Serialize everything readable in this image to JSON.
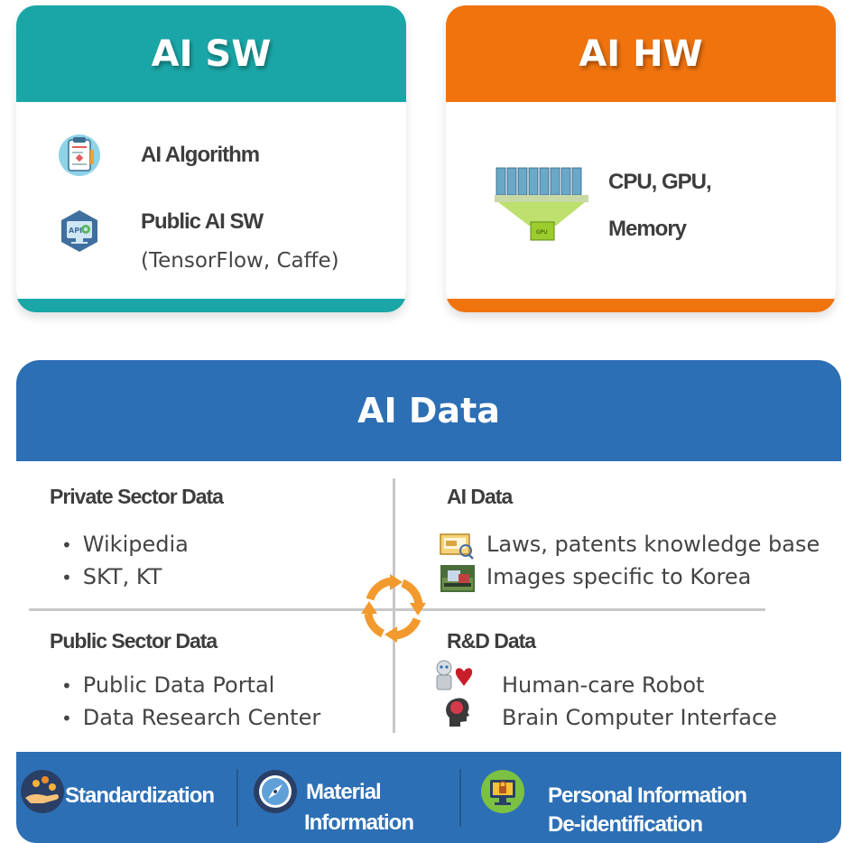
{
  "sw_card": {
    "title": "AI SW",
    "items": [
      {
        "icon": "algorithm-doc-icon",
        "label": "AI Algorithm"
      },
      {
        "icon": "api-monitor-icon",
        "label": "Public AI SW",
        "sub": "(TensorFlow, Caffe)"
      }
    ],
    "color": "#1aa6a6"
  },
  "hw_card": {
    "title": "AI HW",
    "icon": "gpu-cluster-icon",
    "label_line1": "CPU, GPU,",
    "label_line2": "Memory",
    "color": "#f0730e"
  },
  "ai_data": {
    "title": "AI Data",
    "color": "#2d6fb5",
    "quadrants": {
      "private": {
        "title": "Private Sector Data",
        "items": [
          "Wikipedia",
          "SKT, KT"
        ]
      },
      "ai": {
        "title": "AI Data",
        "items": [
          {
            "icon": "knowledge-base-icon",
            "text": "Laws, patents knowledge base"
          },
          {
            "icon": "image-photo-icon",
            "text": "Images specific to Korea"
          }
        ]
      },
      "public": {
        "title": "Public Sector Data",
        "items": [
          "Public Data Portal",
          "Data Research Center"
        ]
      },
      "rd": {
        "title": "R&D Data",
        "items": [
          {
            "icon": "robot-heart-icon",
            "text": "Human-care Robot"
          },
          {
            "icon": "brain-head-icon",
            "text": "Brain Computer Interface"
          }
        ]
      }
    },
    "center_icon": "cycle-arrows-icon"
  },
  "bottom_bar": {
    "items": [
      {
        "icon": "standardization-hand-icon",
        "label": "Standardization"
      },
      {
        "icon": "compass-icon",
        "label_line1": "Material",
        "label_line2": "Information"
      },
      {
        "icon": "lock-screen-icon",
        "label_line1": "Personal Information",
        "label_line2": "De-identification"
      }
    ]
  }
}
